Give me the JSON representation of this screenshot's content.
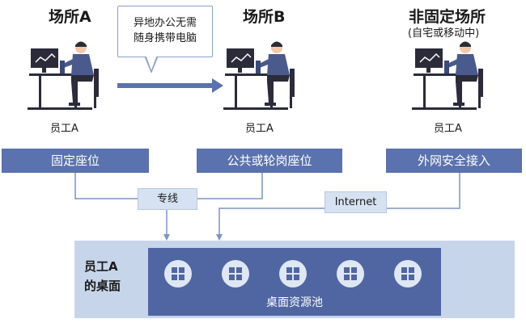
{
  "sites": [
    {
      "title": "场所A",
      "subtitle": "",
      "employee": "员工A"
    },
    {
      "title": "场所B",
      "subtitle": "",
      "employee": "员工A"
    },
    {
      "title": "非固定场所",
      "subtitle": "(自宅或移动中)",
      "employee": "员工A"
    }
  ],
  "callout": {
    "line1": "异地办公无需",
    "line2": "随身携带电脑"
  },
  "seats": [
    "固定座位",
    "公共或轮岗座位",
    "外网安全接入"
  ],
  "connections": {
    "dedicated": "专线",
    "internet": "Internet"
  },
  "pool": {
    "owner_line1": "员工A",
    "owner_line2": "的桌面",
    "name": "桌面资源池",
    "desktop_count": 5,
    "desktop_icon": "windows-icon"
  },
  "colors": {
    "seat_bar": "#5a72ad",
    "pool_outer": "#c7d5ea",
    "pool_inner": "#4f66a2",
    "connector": "#7d94c4",
    "label_box": "#d6e2f1"
  }
}
